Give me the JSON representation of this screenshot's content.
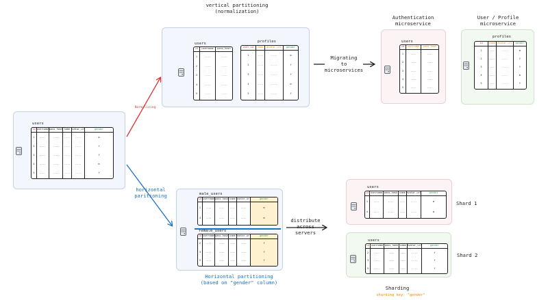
{
  "labels": {
    "vertical_title": "vertical partitioning\n(normalization)",
    "auth_title": "Authentication\nmicroservice",
    "profile_title": "User / Profile\nmicroservice",
    "normalizing": "Normalizing",
    "migrating": "Migrating\nto\nmicroservices",
    "horizontal_arrow": "horizontal\nparitioning",
    "distribute": "distribute\nacross\nservers",
    "horizontal_caption": "Horizontal partitioning\n(based on \"gender\" column)",
    "shard1": "Shard 1",
    "shard2": "Shard 2",
    "sharding": "Sharding",
    "sharding_key": "sharding key: \"gender\""
  },
  "tables": {
    "users_main": {
      "name": "users",
      "columns": [
        {
          "h": "id",
          "cells": [
            "1",
            "2",
            "3",
            "4",
            "5"
          ]
        },
        {
          "h": "username",
          "cells": [
            "....",
            "....",
            "....",
            "....",
            "...."
          ]
        },
        {
          "h": "pass_hash",
          "cells": [
            "....",
            "....",
            "....",
            "....",
            "...."
          ]
        },
        {
          "h": "name",
          "cells": [
            "....",
            "....",
            "....",
            "....",
            "...."
          ]
        },
        {
          "h": "avatar_url",
          "cells": [
            "....",
            "....",
            "....",
            "....",
            "...."
          ]
        },
        {
          "h": "gender",
          "cells": [
            "m",
            "f",
            "f",
            "m",
            "f"
          ]
        }
      ]
    },
    "users_vert": {
      "name": "users",
      "columns": [
        {
          "h": "id",
          "cells": [
            "1",
            "2",
            "3",
            "4",
            "5"
          ]
        },
        {
          "h": "username",
          "cells": [
            "....",
            "....",
            "....",
            "....",
            "...."
          ]
        },
        {
          "h": "pass_hash",
          "cells": [
            "....",
            "....",
            "....",
            "....",
            "...."
          ]
        }
      ]
    },
    "profiles_vert": {
      "name": "profiles",
      "columns": [
        {
          "h": "user_id",
          "cells": [
            "1",
            "2",
            "3",
            "4",
            "5"
          ]
        },
        {
          "h": "name",
          "cells": [
            "....",
            "....",
            "....",
            "....",
            "...."
          ]
        },
        {
          "h": "avatar_url",
          "cells": [
            "....",
            "....",
            "....",
            "....",
            "...."
          ]
        },
        {
          "h": "gender",
          "cells": [
            "m",
            "f",
            "f",
            "m",
            "f"
          ]
        }
      ]
    },
    "users_auth": {
      "name": "users",
      "columns": [
        {
          "h": "id",
          "cells": [
            "1",
            "2",
            "3",
            "4",
            "5"
          ]
        },
        {
          "h": "username",
          "cells": [
            "....",
            "....",
            "....",
            "....",
            "...."
          ]
        },
        {
          "h": "pass_hash",
          "cells": [
            "....",
            "....",
            "....",
            "....",
            "...."
          ]
        }
      ]
    },
    "profiles_svc": {
      "name": "profiles",
      "columns": [
        {
          "h": "id",
          "cells": [
            "1",
            "2",
            "3",
            "4",
            "5"
          ]
        },
        {
          "h": "name",
          "cells": [
            "....",
            "....",
            "....",
            "....",
            "...."
          ]
        },
        {
          "h": "avatar_url",
          "cells": [
            "....",
            "....",
            "....",
            "....",
            "...."
          ]
        },
        {
          "h": "gender",
          "cells": [
            "m",
            "f",
            "f",
            "m",
            "f"
          ]
        }
      ]
    },
    "male_users": {
      "name": "male_users",
      "columns": [
        {
          "h": "id",
          "cells": [
            "1",
            "4"
          ]
        },
        {
          "h": "username",
          "cells": [
            "....",
            "...."
          ]
        },
        {
          "h": "pass_hash",
          "cells": [
            "....",
            "...."
          ]
        },
        {
          "h": "name",
          "cells": [
            "....",
            "...."
          ]
        },
        {
          "h": "avatar_url",
          "cells": [
            "....",
            "...."
          ]
        },
        {
          "h": "gender",
          "cells": [
            "m",
            "m"
          ]
        }
      ]
    },
    "female_users": {
      "name": "female_users",
      "columns": [
        {
          "h": "id",
          "cells": [
            "2",
            "3",
            "5"
          ]
        },
        {
          "h": "username",
          "cells": [
            "....",
            "....",
            "...."
          ]
        },
        {
          "h": "pass_hash",
          "cells": [
            "....",
            "....",
            "...."
          ]
        },
        {
          "h": "name",
          "cells": [
            "....",
            "....",
            "...."
          ]
        },
        {
          "h": "avatar_url",
          "cells": [
            "....",
            "....",
            "...."
          ]
        },
        {
          "h": "gender",
          "cells": [
            "f",
            "f",
            "f"
          ]
        }
      ]
    },
    "shard1_users": {
      "name": "users",
      "columns": [
        {
          "h": "id",
          "cells": [
            "1",
            "4"
          ]
        },
        {
          "h": "username",
          "cells": [
            "....",
            "...."
          ]
        },
        {
          "h": "pass_hash",
          "cells": [
            "....",
            "...."
          ]
        },
        {
          "h": "name",
          "cells": [
            "....",
            "...."
          ]
        },
        {
          "h": "avatar_url",
          "cells": [
            "....",
            "...."
          ]
        },
        {
          "h": "gender",
          "cells": [
            "m",
            "m"
          ]
        }
      ]
    },
    "shard2_users": {
      "name": "users",
      "columns": [
        {
          "h": "id",
          "cells": [
            "2",
            "3",
            "5"
          ]
        },
        {
          "h": "username",
          "cells": [
            "....",
            "....",
            "...."
          ]
        },
        {
          "h": "pass_hash",
          "cells": [
            "....",
            "....",
            "...."
          ]
        },
        {
          "h": "name",
          "cells": [
            "....",
            "....",
            "...."
          ]
        },
        {
          "h": "avatar_url",
          "cells": [
            "....",
            "....",
            "...."
          ]
        },
        {
          "h": "gender",
          "cells": [
            "f",
            "f",
            "f"
          ]
        }
      ]
    }
  },
  "colors": {
    "blue": "#1971c2",
    "red": "#e03131",
    "green": "#2f9e44",
    "orange": "#f08c00",
    "ink": "#1e1e1e"
  },
  "icons": [
    "database-server-icon"
  ]
}
